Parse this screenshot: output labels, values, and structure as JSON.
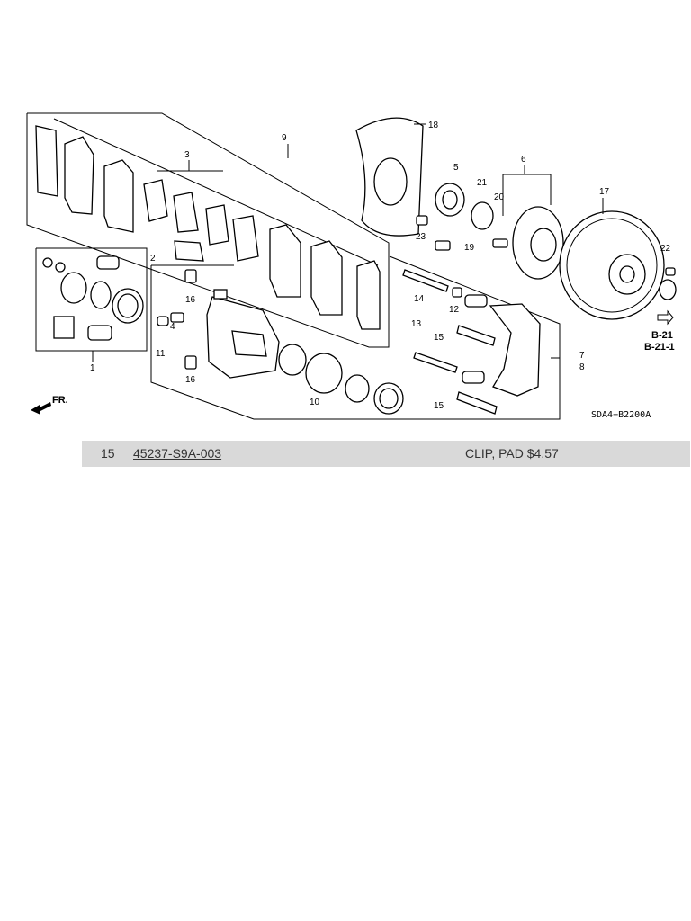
{
  "diagram": {
    "callouts": [
      "1",
      "2",
      "3",
      "4",
      "5",
      "6",
      "7",
      "8",
      "9",
      "10",
      "11",
      "12",
      "13",
      "14",
      "15",
      "15",
      "16",
      "16",
      "17",
      "18",
      "19",
      "20",
      "21",
      "22",
      "23"
    ],
    "refs": [
      "B-21",
      "B-21-1"
    ],
    "direction_label": "FR.",
    "code": "SDA4−B2200A"
  },
  "part_row": {
    "ref_num": "15",
    "part_number": "45237-S9A-003",
    "description": "CLIP, PAD",
    "price": "$4.57"
  }
}
